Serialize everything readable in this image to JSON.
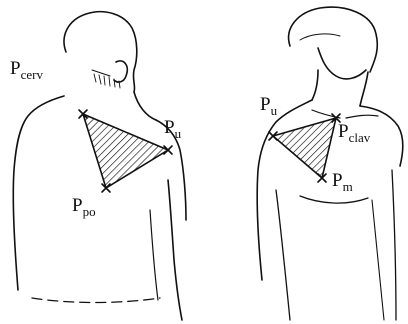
{
  "figure": {
    "back_view": {
      "points": [
        {
          "letter": "P",
          "sub": "cerv"
        },
        {
          "letter": "P",
          "sub": "u"
        },
        {
          "letter": "P",
          "sub": "po"
        }
      ]
    },
    "front_view": {
      "points": [
        {
          "letter": "P",
          "sub": "u"
        },
        {
          "letter": "P",
          "sub": "clav"
        },
        {
          "letter": "P",
          "sub": "m"
        }
      ]
    }
  }
}
